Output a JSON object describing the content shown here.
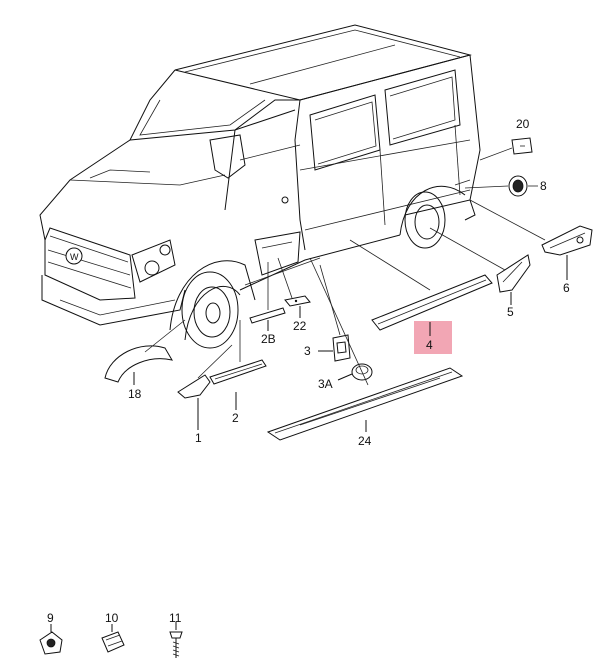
{
  "callouts": {
    "c1": "1",
    "c2": "2",
    "c2b": "2B",
    "c3": "3",
    "c3a": "3A",
    "c4": "4",
    "c5": "5",
    "c6": "6",
    "c8": "8",
    "c9": "9",
    "c10": "10",
    "c11": "11",
    "c18": "18",
    "c20": "20",
    "c22": "22",
    "c24": "24"
  },
  "colors": {
    "highlight": "#f2a6b4",
    "line": "#111111"
  }
}
